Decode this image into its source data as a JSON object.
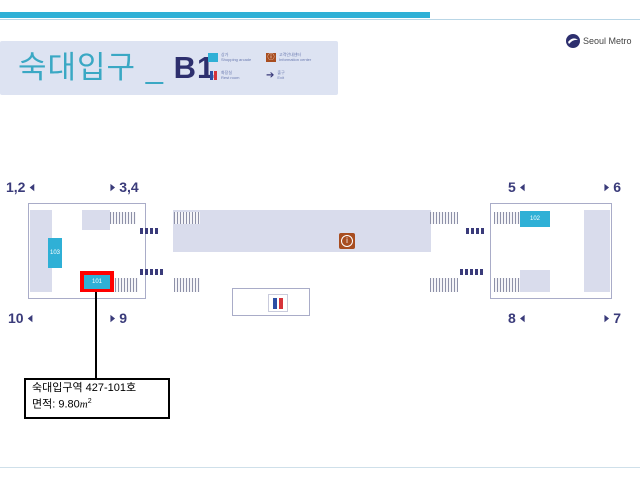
{
  "colors": {
    "accent": "#2fb0d6",
    "panel": "#dde3f2",
    "title": "#3aa8c4",
    "corridor": "#d9dcec",
    "shop": "#2fb0d6",
    "highlight": "#ff0000",
    "info": "#a84d20"
  },
  "header": {
    "station": "숙대입구",
    "separator": "_",
    "floor": "B1",
    "legend": [
      {
        "icon": "shop-swatch",
        "ko": "상가",
        "en": "Shopping arcade"
      },
      {
        "icon": "information-icon",
        "ko": "고객안내센터",
        "en": "Information center"
      },
      {
        "icon": "restroom-icon",
        "ko": "화장실",
        "en": "Rest room"
      },
      {
        "icon": "exit-arrow-icon",
        "ko": "출구",
        "en": "Exit"
      }
    ]
  },
  "logo": {
    "text": "Seoul Metro"
  },
  "exits": {
    "e12": "1,2",
    "e34": "3,4",
    "e5": "5",
    "e6": "6",
    "e10": "10",
    "e9": "9",
    "e8": "8",
    "e7": "7"
  },
  "shops": {
    "s101": "101",
    "s102": "102",
    "s103": "103"
  },
  "callout": {
    "line1": "숙대입구역 427-101호",
    "line2_prefix": "면적: 9.80",
    "unit": "m",
    "sup": "2"
  }
}
